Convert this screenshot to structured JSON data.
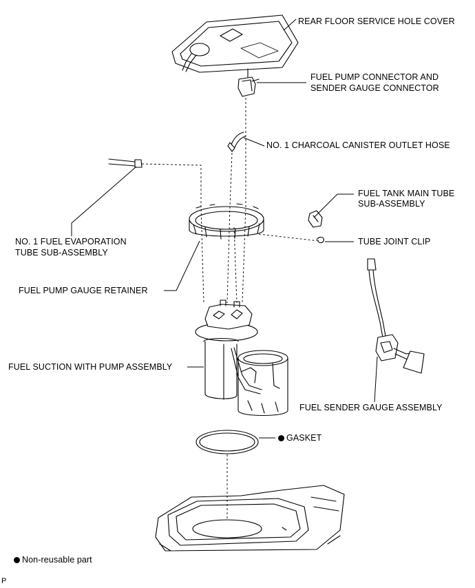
{
  "labels": {
    "rear_floor_service_hole_cover": "REAR FLOOR SERVICE HOLE COVER",
    "fuel_pump_connector_line1": "FUEL PUMP CONNECTOR AND",
    "fuel_pump_connector_line2": "SENDER GAUGE CONNECTOR",
    "charcoal_canister_hose": "NO. 1 CHARCOAL CANISTER OUTLET HOSE",
    "fuel_tank_main_tube_line1": "FUEL TANK MAIN TUBE",
    "fuel_tank_main_tube_line2": "SUB-ASSEMBLY",
    "fuel_evaporation_tube_line1": "NO. 1 FUEL EVAPORATION",
    "fuel_evaporation_tube_line2": "TUBE SUB-ASSEMBLY",
    "tube_joint_clip": "TUBE JOINT CLIP",
    "fuel_pump_gauge_retainer": "FUEL PUMP GAUGE RETAINER",
    "fuel_suction_pump_assembly": "FUEL SUCTION WITH PUMP ASSEMBLY",
    "fuel_sender_gauge_assembly": "FUEL SENDER GAUGE ASSEMBLY",
    "gasket": "GASKET"
  },
  "legend": {
    "non_reusable": "Non-reusable part"
  },
  "corner_mark": "P",
  "icons": {
    "non_reusable_marker": "filled-circle-icon"
  }
}
